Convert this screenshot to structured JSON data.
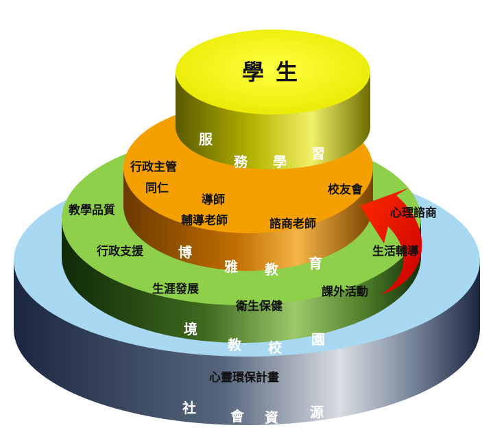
{
  "diagram": {
    "top_title": [
      "學",
      "生"
    ],
    "top_side": [
      "服",
      "務",
      "學",
      "習"
    ],
    "orange_labels": [
      "行政主管",
      "同仁",
      "導師",
      "輔導老師",
      "諮商老師",
      "校友會"
    ],
    "orange_side": [
      "博",
      "雅",
      "教",
      "育"
    ],
    "green_labels": [
      "教學品質",
      "行政支援",
      "生涯發展",
      "衛生保健",
      "課外活動",
      "生活輔導",
      "心理諮商"
    ],
    "green_side": [
      "境",
      "教",
      "校",
      "園"
    ],
    "blue_labels": [
      "心靈環保計畫"
    ],
    "blue_side": [
      "社",
      "會",
      "資",
      "源"
    ]
  },
  "colors": {
    "top_disk": "#f5f500",
    "orange_disk": "#f4a000",
    "green_disk": "#8fd04b",
    "blue_disk": "#a9d8f2",
    "arrow": "#ff1a00"
  }
}
